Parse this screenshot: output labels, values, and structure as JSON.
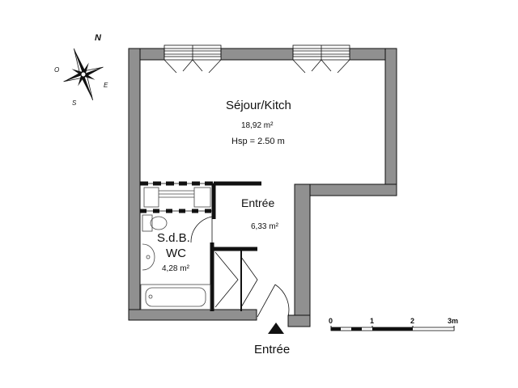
{
  "compass": {
    "n": "N",
    "e": "E",
    "s": "S",
    "o": "O"
  },
  "rooms": {
    "sejour": {
      "name": "Séjour/Kitch",
      "area": "18,92 m²",
      "height": "Hsp = 2.50  m"
    },
    "entree": {
      "name": "Entrée",
      "area": "6,33 m²"
    },
    "sdb": {
      "name_line1": "S.d.B.",
      "name_line2": "WC",
      "area": "4,28 m²"
    }
  },
  "entrance": {
    "label": "Entrée"
  },
  "scale": {
    "ticks": [
      "0",
      "1",
      "2",
      "3m"
    ]
  },
  "colors": {
    "wall": "#909090",
    "wall_edge": "#111111",
    "fixture": "#444444"
  }
}
